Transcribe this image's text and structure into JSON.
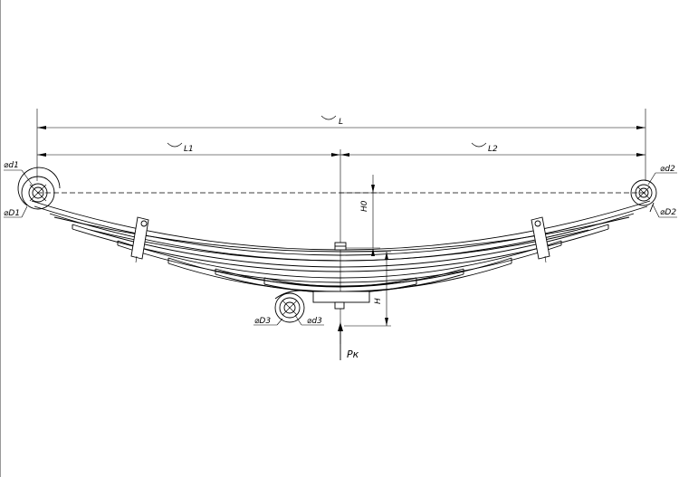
{
  "drawing": {
    "dimensions": {
      "L": "L",
      "L1": "L1",
      "L2": "L2",
      "H": "H",
      "H0": "H0"
    },
    "eyes": {
      "left_outer": "⌀D1",
      "left_inner": "⌀d1",
      "right_outer": "⌀D2",
      "right_inner": "⌀d2",
      "clamp_outer": "⌀D3",
      "clamp_inner": "⌀d3"
    },
    "load": "Pк"
  }
}
